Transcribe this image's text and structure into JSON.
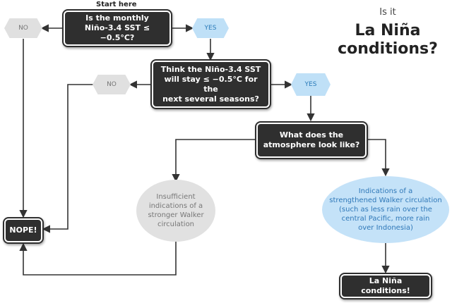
{
  "title": {
    "line1": "Is it",
    "line2": "La Niña",
    "line3": "conditions?"
  },
  "start_label": "Start here",
  "q1": {
    "line1": "Is the monthly",
    "line2": "Niño-3.4 SST ≤ −0.5°C?"
  },
  "q2": {
    "line1": "Think the Niño-3.4 SST",
    "line2": "will stay ≤ −0.5°C for the",
    "line3": "next several seasons?"
  },
  "q3": {
    "line1": "What does the",
    "line2": "atmosphere look like?"
  },
  "yes_label": "YES",
  "no_label": "NO",
  "insufficient": {
    "line1": "Insufficient",
    "line2": "indications of a",
    "line3": "stronger Walker",
    "line4": "circulation"
  },
  "indications": {
    "line1": "Indications of a",
    "line2": "strengthened Walker circulation",
    "line3": "(such as less rain over the",
    "line4": "central Pacific, more rain",
    "line5": "over Indonesia)"
  },
  "nope": "NOPE!",
  "result": "La Niña conditions!"
}
